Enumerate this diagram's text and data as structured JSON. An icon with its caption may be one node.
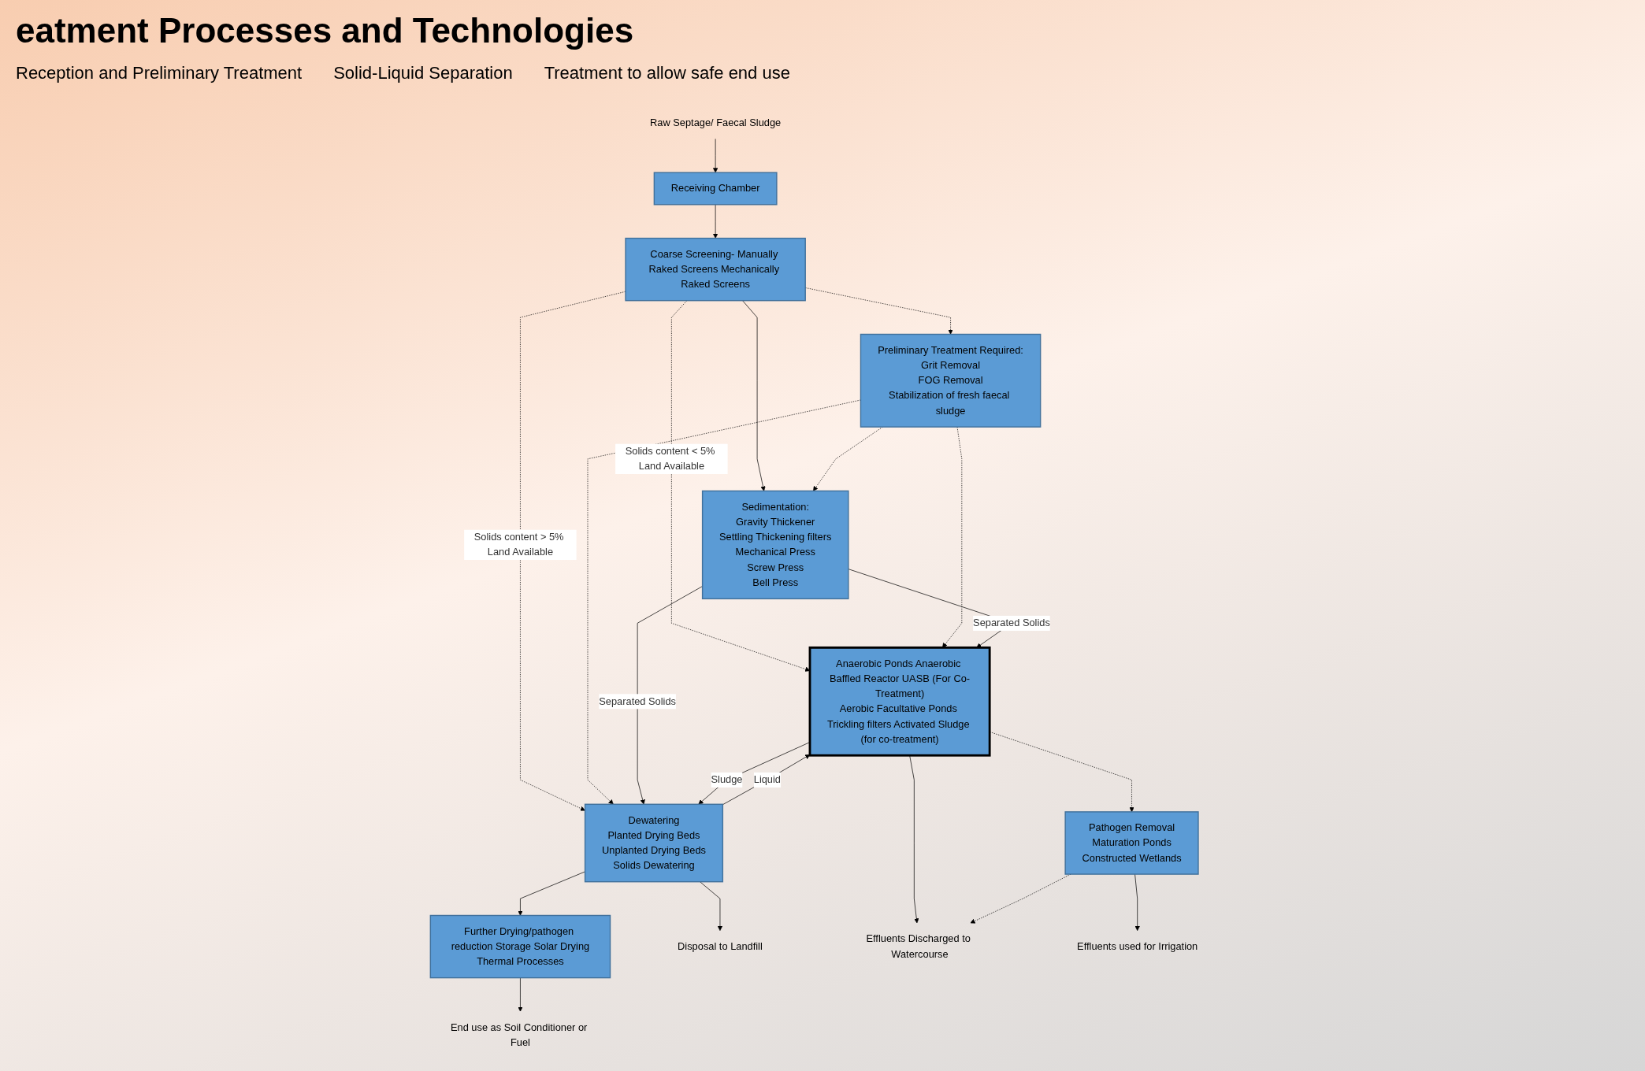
{
  "diagram": {
    "title": "eatment Processes and Technologies",
    "nodes": [
      {
        "text": [
          "Raw Septage/ Faecal Sludge"
        ]
      },
      {
        "text": [
          "Receiving Chamber"
        ]
      },
      {
        "text": [
          "Coarse Screening- Manually Raked Screens Mechanically Raked Screens"
        ]
      },
      {
        "text": [
          "Preliminary Treatment Required:",
          "Grit Removal",
          "FOG Removal",
          "Stabilization of fresh faecal sludge"
        ]
      },
      {
        "text": [
          "Sedimentation:",
          "Gravity Thickener",
          "Settling Thickening filters",
          "Mechanical Press",
          "Screw Press",
          "Bell Press"
        ]
      },
      {
        "text": [
          "Anaerobic Ponds Anaerobic Baffled Reactor UASB (For Co-Treatment)",
          "Aerobic Facultative Ponds Trickling filters Activated Sludge (for co-treatment)"
        ]
      },
      {
        "text": [
          "Pathogen Removal",
          "Maturation Ponds",
          "Constructed Wetlands"
        ]
      },
      {
        "text": [
          "Dewatering",
          "Planted Drying Beds",
          "Unplanted Drying Beds",
          "Solids Dewatering"
        ]
      },
      {
        "text": [
          "Further Drying/pathogen reduction Storage Solar Drying",
          "Thermal Processes"
        ]
      },
      {
        "text": [
          "Effluents Discharged to Watercourse"
        ]
      },
      {
        "text": [
          "Effluents used for Irrigation"
        ]
      },
      {
        "text": [
          "End use as Soil Conditioner or Fuel"
        ]
      },
      {
        "text": [
          "Disposal to Landfill"
        ]
      }
    ],
    "edges": [
      {
        "from": 0,
        "to": 1,
        "arrow": "to"
      },
      {
        "from": 1,
        "to": 2,
        "arrow": "to"
      },
      {
        "from": 2,
        "to": 3,
        "arrow": "to",
        "style": "dashed"
      },
      {
        "from": 2,
        "to": 4,
        "arrow": "to"
      },
      {
        "from": 3,
        "to": 4,
        "arrow": "to",
        "style": "dashed"
      },
      {
        "from": 2,
        "to": 5,
        "arrow": "to",
        "style": "dashed",
        "label": "Solids content < 5% Land Available"
      },
      {
        "from": 3,
        "to": 5,
        "arrow": "to",
        "style": "dashed"
      },
      {
        "from": 2,
        "to": 7,
        "arrow": "to",
        "style": "dashed",
        "label": "Solids content > 5% Land Available"
      },
      {
        "from": 3,
        "to": 7,
        "arrow": "to",
        "style": "dashed"
      },
      {
        "from": 4,
        "to": 5,
        "arrow": "to",
        "label": "Separated Solids"
      },
      {
        "from": 4,
        "to": 7,
        "arrow": "to",
        "label": "Separated Solids"
      },
      {
        "from": 5,
        "to": 7,
        "arrow": "to",
        "label": "Sludge"
      },
      {
        "from": 7,
        "to": 5,
        "arrow": "to",
        "label": "Liquid"
      },
      {
        "from": 5,
        "to": 9,
        "arrow": "to"
      },
      {
        "from": 5,
        "to": 6,
        "arrow": "to",
        "style": "dashed"
      },
      {
        "from": 6,
        "to": 9,
        "arrow": "to",
        "style": "dashed"
      },
      {
        "from": 6,
        "to": 10,
        "arrow": "to"
      },
      {
        "from": 7,
        "to": 12,
        "arrow": "to"
      },
      {
        "from": 7,
        "to": 8,
        "arrow": "to"
      },
      {
        "from": 8,
        "to": 11,
        "arrow": "to"
      }
    ],
    "labels": [
      "Reception and Preliminary Treatment",
      "Solid-Liquid Separation",
      "Treatment to allow safe end use"
    ]
  }
}
